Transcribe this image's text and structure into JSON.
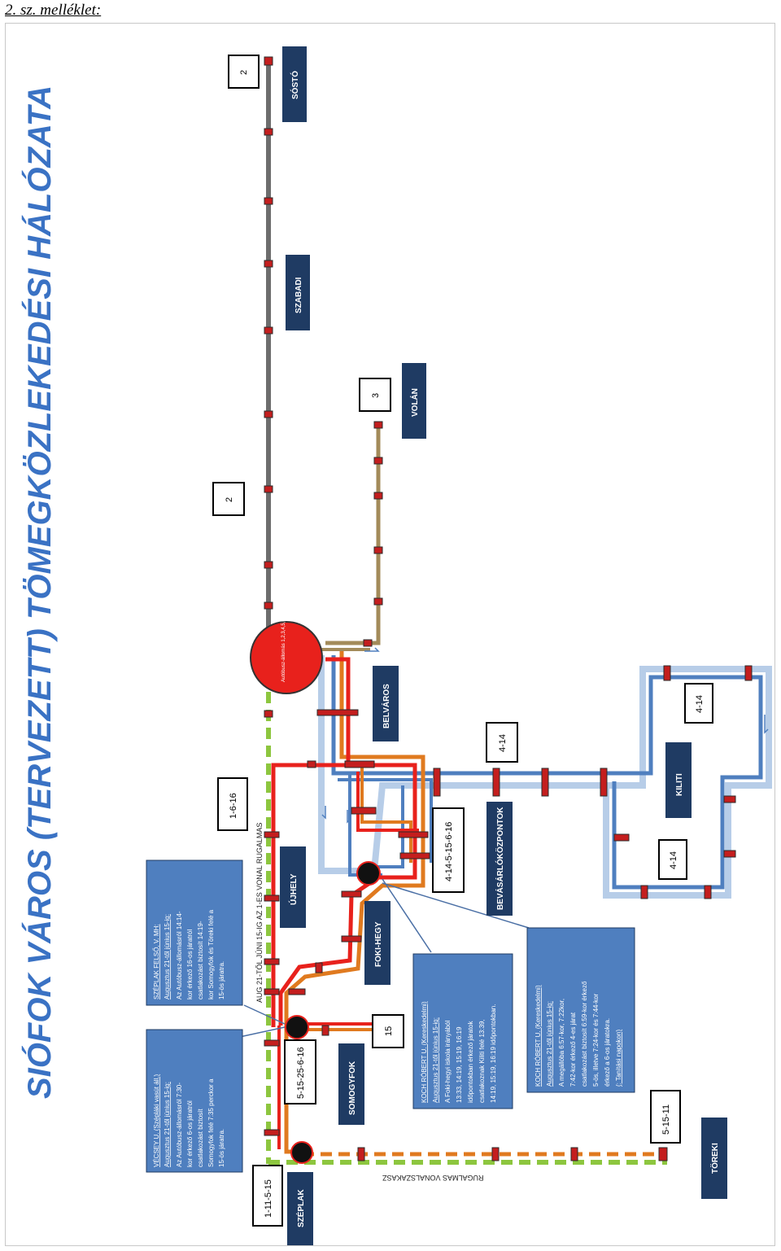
{
  "page_label": "2. sz. melléklet:",
  "map_title": "SIÓFOK VÁROS (TERVEZETT) TÖMEGKÖZLEKEDÉSI HÁLÓZATA",
  "districts": {
    "sosto": "SÓSTÓ",
    "szabadi": "SZABADI",
    "volan": "VOLÁN",
    "belvaros": "BELVÁROS",
    "kiliti": "KILITI",
    "bevasarlokozpontok": "BEVÁSÁRLÓKÖZPONTOK",
    "ujhely": "ÚJHELY",
    "fokihegy": "FOKI-HEGY",
    "somogyfok": "SOMOGYFOK",
    "torekl": "TÖREKI",
    "szeplak": "SZÉPLAK"
  },
  "route_boxes": {
    "r_sosto": "2",
    "r_szabadi": "2",
    "r_volan": "3",
    "r_bevas": "4-14",
    "r_kiliti_top": "4-14",
    "r_kiliti_bottom": "4-14",
    "r_ujhely": "1-6-16",
    "r_center": "4-14-5-15-6-16",
    "r_somogy": "15",
    "r_szeplak_hub": "5-15-25-6-16",
    "r_toreki": "5-15-11",
    "r_szeplak": "1-11-5-15"
  },
  "hub_label": "Autóbusz-állomás 1,2,3,4,5,6,14,15,16,25",
  "flex_section_label": "AUG 21-TŐL JÚNI 15-IG AZ 1-ES VONAL RUGALMAS",
  "flex_bottom_label": "RUGALMAS VONALSZAKASZ",
  "notes": {
    "szeplak_felso": {
      "head": "SZÉPLAK FELSŐ, V. MH:",
      "sub": "Augusztus 21-től június 15-ig:",
      "lines": [
        "Az Autóbusz-állomásról 14:14-",
        "kor érkező 16-os járatról",
        "csatlakozást biztosít 14:19-",
        "kor Somogyfok és Töreki felé a",
        "15-ös járatra."
      ]
    },
    "vecsey": {
      "head": "VÉCSEY U. (Szépláki vasút áll.)",
      "sub": "Augusztus 21-től június 15-ig:",
      "lines": [
        "Az Autóbusz-állomásról 7:30-",
        "kor érkező 6-os járatról",
        "csatlakozást biztosít",
        "Somogyfok felé 7:35 perckor a",
        "15-ös járatra."
      ]
    },
    "koch1": {
      "head": "KOCH RÓBERT U. (Kereskedelmi)",
      "sub": "Augusztus 21-től június 15-ig:",
      "lines": [
        "A Foki-hegyi iskola irányából",
        "13:33, 14:19, 15:19, 16:19",
        "időpontokban érkező járatok",
        "csatlakoznak Kiliti felé 13:39,",
        "14:19, 15:19, 16:19 időpontokban."
      ]
    },
    "koch2": {
      "head": "KOCH RÓBERT U. (Kereskedelmi)",
      "sub": "Augusztus 21-től június 15-ig:",
      "lines": [
        "A megállóba 6:57-kor, 7:22kor,",
        "7:42-kor érkező 4-es járat",
        "csatlakozást biztosít 6:59-kor érkező",
        "5-ös, illetve 7:24-kor és 7:44-kor",
        "érkező a 6-os járatokra.",
        "(: Tanítási napokon)"
      ]
    }
  }
}
